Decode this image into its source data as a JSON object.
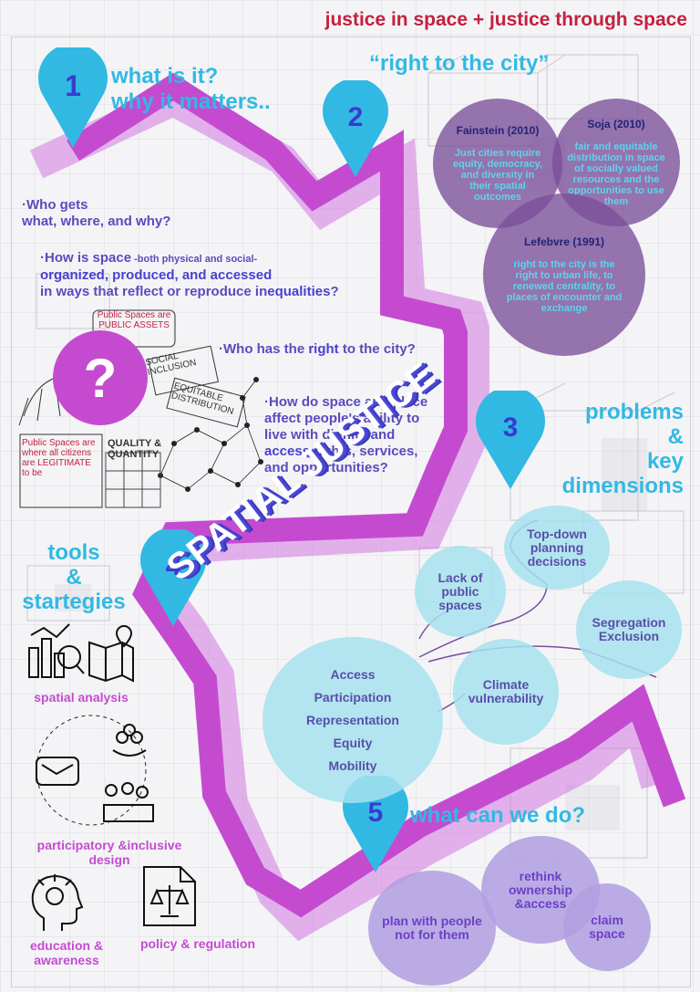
{
  "header": {
    "title": "justice in space + justice through space"
  },
  "steps": [
    {
      "num": "1",
      "heading_line1": "what is it?",
      "heading_line2": "why it matters.."
    },
    {
      "num": "2",
      "heading": "“right to the city”"
    },
    {
      "num": "3",
      "heading_line1": "problems",
      "heading_line2": "&",
      "heading_line3": "key",
      "heading_line4": "dimensions"
    },
    {
      "num": "4",
      "heading_line1": "tools",
      "heading_line2": "&",
      "heading_line3": "startegies"
    },
    {
      "num": "5",
      "heading": "what can we do?"
    }
  ],
  "questions": {
    "q1_pre": "·Who gets",
    "q1_post": "what, where, and why?",
    "q2_pre": "·How is space",
    "q2_small": " -both physical and social-",
    "q2_em": "organized, produced, and accessed",
    "q2_post_a": "in ways that reflect or reproduce in",
    "q2_em2": "equalities",
    "q2_post_b": "?",
    "q3_pre": "·Who has the ",
    "q3_em": "right",
    "q3_post": " to the city?",
    "q4_l1": "·How do space and place",
    "q4_l2": "affect people's ability to",
    "q4_l3": "live with dignity and",
    "q4_em": "access",
    "q4_l4": " rights, services,",
    "q4_l5": "and opportunities?"
  },
  "center_title": "SPATIAL JUSTICE",
  "question_mark": "?",
  "theorists": [
    {
      "name": "Fainstein (2010)",
      "text": "Just cities require equity, democracy, and diversity in their spatial outcomes"
    },
    {
      "name": "Soja (2010)",
      "text": "fair and equitable distribution in space of socially valued resources and the opportunities to use them"
    },
    {
      "name": "Lefebvre (1991)",
      "text": "right to the city is the right to urban life, to renewed centrality, to places of encounter and exchange"
    }
  ],
  "problems": [
    "Top-down planning decisions",
    "Lack of public spaces",
    "Segregation Exclusion",
    "Climate vulnerability"
  ],
  "dimensions": [
    "Access",
    "Participation",
    "Representation",
    "Equity",
    "Mobility"
  ],
  "tools": [
    "spatial analysis",
    "participatory &inclusive design",
    "education & awareness",
    "policy & regulation"
  ],
  "actions": [
    "rethink ownership &access",
    "plan with people not for them",
    "claim space"
  ],
  "sketch_notes": [
    "Public Spaces are PUBLIC ASSETS",
    "SOCIAL INCLUSION",
    "EQUITABLE DISTRIBUTION",
    "QUALITY & QUANTITY",
    "Public Spaces are where all citizens are LEGITIMATE to be"
  ],
  "colors": {
    "title_red": "#c5203f",
    "cyan": "#31b9e3",
    "magenta": "#c44bd0",
    "purple_text": "#5a4bbd"
  }
}
